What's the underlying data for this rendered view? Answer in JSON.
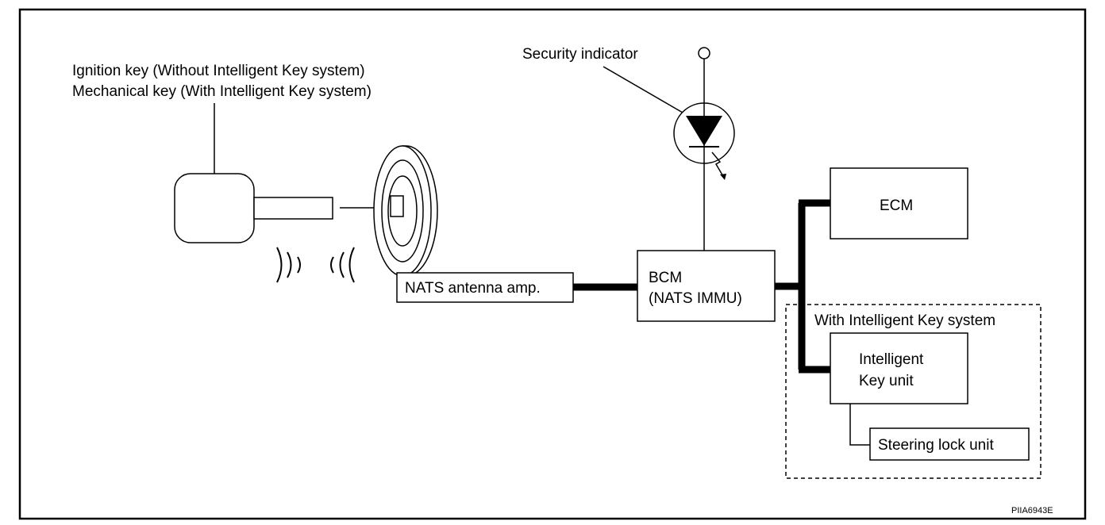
{
  "labels": {
    "key_line1": "Ignition key (Without Intelligent Key system)",
    "key_line2": "Mechanical key (With Intelligent Key system)",
    "security_indicator": "Security indicator",
    "nats_antenna_amp": "NATS antenna amp.",
    "bcm_line1": "BCM",
    "bcm_line2": "(NATS IMMU)",
    "ecm": "ECM",
    "intelligent_key_group": "With Intelligent Key system",
    "intelligent_key_unit_line1": "Intelligent",
    "intelligent_key_unit_line2": "Key unit",
    "steering_lock_unit": "Steering lock unit",
    "figure_id": "PIIA6943E"
  }
}
